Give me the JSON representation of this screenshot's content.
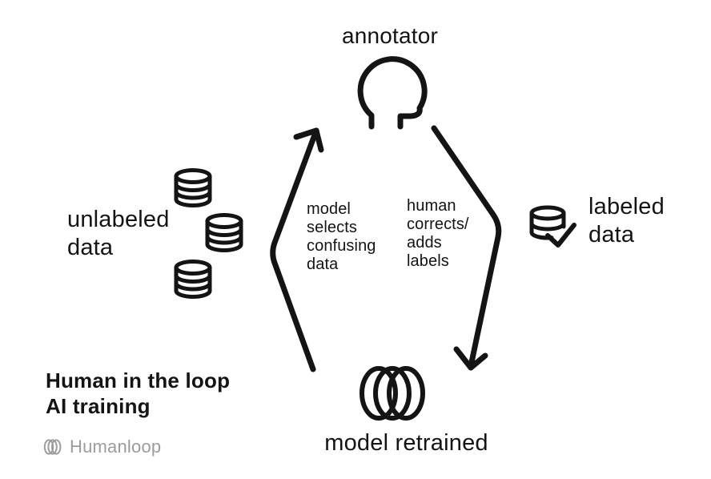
{
  "colors": {
    "background": "#ffffff",
    "ink": "#141414",
    "brand_grey": "#9c9c9c"
  },
  "diagram": {
    "annotator": {
      "label": "annotator",
      "icon": "person-head-icon"
    },
    "unlabeled_data": {
      "lines": [
        "unlabeled",
        "data"
      ],
      "icon": "database-stack-icon"
    },
    "labeled_data": {
      "lines": [
        "labeled",
        "data"
      ],
      "icon": "database-check-icon"
    },
    "model": {
      "label": "model retrained",
      "icon": "triple-loop-icon"
    },
    "left_edge": {
      "lines": [
        "model",
        "selects",
        "confusing",
        "data"
      ],
      "icon": "arrow-up-icon"
    },
    "right_edge": {
      "lines": [
        "human",
        "corrects/",
        "adds",
        "labels"
      ],
      "icon": "arrow-down-icon"
    }
  },
  "footer": {
    "title_lines": [
      "Human in the loop",
      "AI training"
    ],
    "brand": "Humanloop",
    "brand_icon": "humanloop-loops-icon"
  }
}
